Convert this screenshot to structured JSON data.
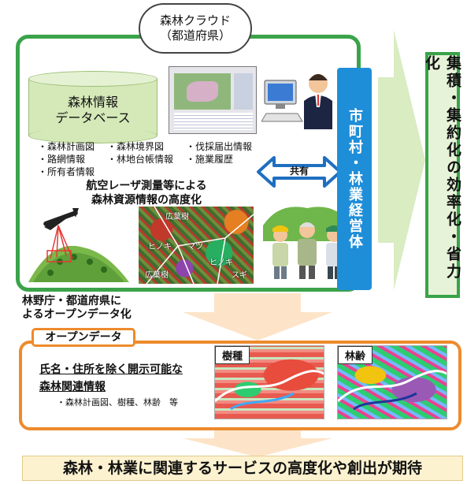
{
  "cloud": {
    "line1": "森林クラウド",
    "line2": "（都道府県）"
  },
  "database": {
    "line1": "森林情報",
    "line2": "データベース"
  },
  "info_items": {
    "col1": [
      "・森林計画図",
      "・路網情報",
      "・所有者情報"
    ],
    "col2": [
      "・森林境界図",
      "・林地台帳情報"
    ],
    "col3": [
      "・伐採届出情報",
      "・施業履歴"
    ]
  },
  "share_label": "共有",
  "laser": {
    "line1": "航空レーザ測量等による",
    "line2": "森林資源情報の高度化"
  },
  "forest_labels": {
    "broadleaf_top": "広葉樹",
    "hinoki_left": "ヒノキ",
    "matsu": "マツ",
    "hinoki_right": "ヒノキ",
    "sugi": "スギ",
    "broadleaf_bottom": "広葉樹"
  },
  "blue_bar": "市町村・林業経営体",
  "green_box": "集積・集約化の効率化・省力化",
  "mid_text": {
    "line1": "林野庁・都道府県に",
    "line2": "よるオープンデータ化"
  },
  "open_data": {
    "tab": "オープンデータ",
    "line1": "氏名・住所を除く開示可能な",
    "line2": "森林関連情報",
    "line3": "・森林計画図、樹種、林齢　等",
    "map1_label": "樹種",
    "map2_label": "林齢"
  },
  "bottom": "森林・林業に関連するサービスの高度化や創出が期待",
  "colors": {
    "green": "#3aa34a",
    "blue": "#1f8ed8",
    "orange": "#ed8b2c",
    "cream": "#fdf2d0"
  }
}
